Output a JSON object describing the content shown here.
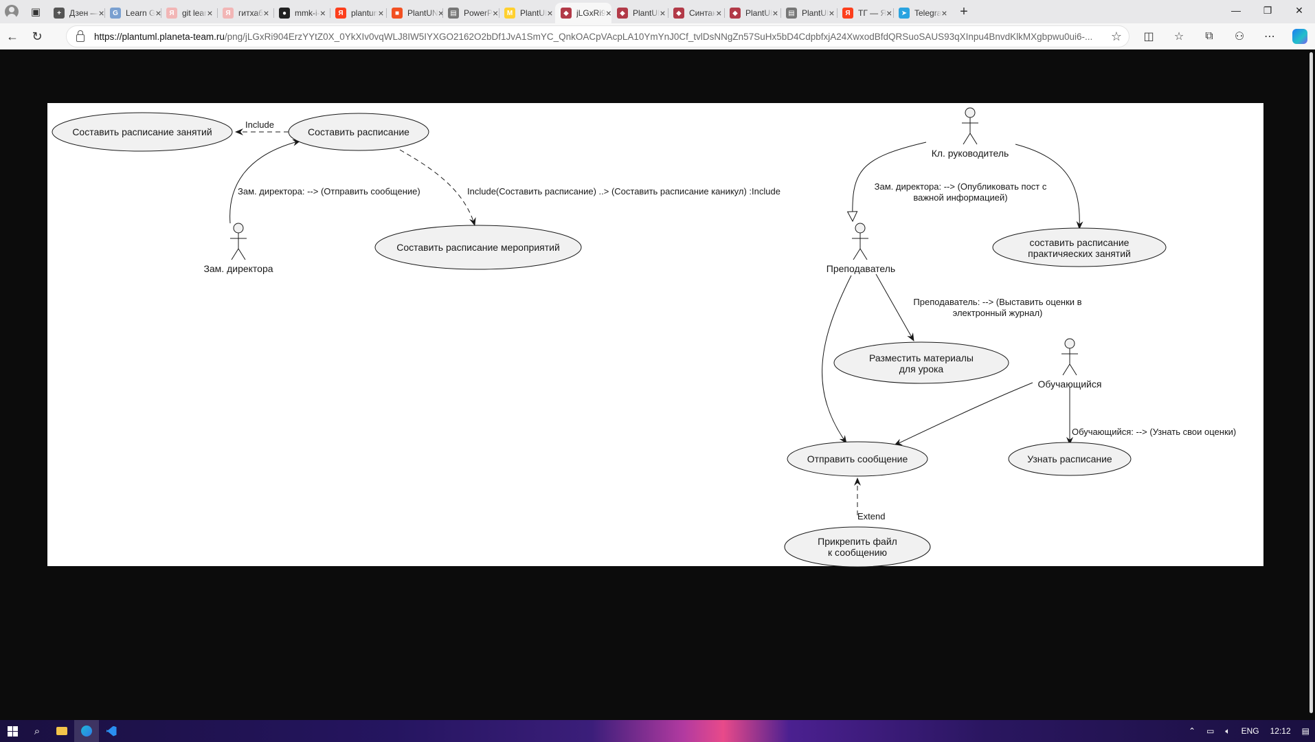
{
  "browser": {
    "tabs": [
      {
        "title": "Дзен —",
        "icon": "dzen-icon",
        "color": "#555555",
        "glyph": "+"
      },
      {
        "title": "Learn G",
        "icon": "learn-git-icon",
        "color": "#7aa0d0",
        "glyph": "G"
      },
      {
        "title": "git lear",
        "icon": "yandex-icon",
        "color": "#f2b6b6",
        "glyph": "Я"
      },
      {
        "title": "гитхаб",
        "icon": "yandex-icon",
        "color": "#f2b6b6",
        "glyph": "Я"
      },
      {
        "title": "mmk-i-",
        "icon": "github-icon",
        "color": "#222222",
        "glyph": "●"
      },
      {
        "title": "plantun",
        "icon": "yandex-icon",
        "color": "#fc3f1d",
        "glyph": "Я"
      },
      {
        "title": "PlantUN",
        "icon": "microsoft-icon",
        "color": "#f25022",
        "glyph": "■"
      },
      {
        "title": "PowerP",
        "icon": "powerpoint-icon",
        "color": "#777777",
        "glyph": "▤"
      },
      {
        "title": "PlantUI",
        "icon": "miro-icon",
        "color": "#ffd02f",
        "glyph": "M"
      },
      {
        "title": "jLGxRi9",
        "icon": "plantuml-icon",
        "color": "#b23a48",
        "glyph": "◆",
        "active": true
      },
      {
        "title": "PlantUI",
        "icon": "plantuml-icon",
        "color": "#b23a48",
        "glyph": "◆"
      },
      {
        "title": "Синтак",
        "icon": "plantuml-icon",
        "color": "#b23a48",
        "glyph": "◆"
      },
      {
        "title": "PlantUI",
        "icon": "plantuml-icon",
        "color": "#b23a48",
        "glyph": "◆"
      },
      {
        "title": "PlantUI",
        "icon": "powerpoint-icon",
        "color": "#777777",
        "glyph": "▤"
      },
      {
        "title": "ТГ — Я",
        "icon": "yandex-icon",
        "color": "#fc3f1d",
        "glyph": "Я"
      },
      {
        "title": "Telegra",
        "icon": "telegram-icon",
        "color": "#2aa3e0",
        "glyph": "➤"
      }
    ],
    "url_domain": "https://plantuml.planeta-team.ru",
    "url_path": "/png/jLGxRi904ErzYYtZ0X_0YkXIv0vqWLJ8IW5IYXGO2162O2bDf1JvA1SmYC_QnkOACpVAcpLA10YmYnJ0Cf_tvlDsNNgZn57SuHx5bD4CdpbfxjA24XwxodBfdQRSuoSAUS93qXInpu4BnvdKlkMXgbpwu0ui6-..."
  },
  "diagram": {
    "actors": {
      "zam": "Зам. директора",
      "kl": "Кл. руководитель",
      "prep": "Преподаватель",
      "obuch": "Обучающийся"
    },
    "usecases": {
      "sched_classes": "Составить расписание занятий",
      "sched": "Составить расписание",
      "sched_events": "Составить расписание мероприятий",
      "sched_practice_1": "составить расписание",
      "sched_practice_2": "практичяеских занятий",
      "materials_1": "Разместить материалы",
      "materials_2": "для урока",
      "send_msg": "Отправить сообщение",
      "learn_sched": "Узнать расписание",
      "attach_1": "Прикрепить файл",
      "attach_2": "к сообщению"
    },
    "labels": {
      "include": "Include",
      "zam_msg": "Зам. директора: --> (Отправить сообщение)",
      "include_long": "Include(Составить расписание) ..> (Составить расписание каникул) :Include",
      "kl_post_1": "Зам. директора: --> (Опубликовать пост с",
      "kl_post_2": "важной информацией)",
      "prep_grades_1": "Преподаватель: --> (Выставить оценки в",
      "prep_grades_2": "электронный журнал)",
      "obuch_grades": "Обучающийся: --> (Узнать свои оценки)",
      "extend": "Extend"
    },
    "colors": {
      "usecase_fill": "#f1f1f1",
      "line": "#181818"
    }
  },
  "taskbar": {
    "lang": "ENG",
    "time": "12:12"
  }
}
